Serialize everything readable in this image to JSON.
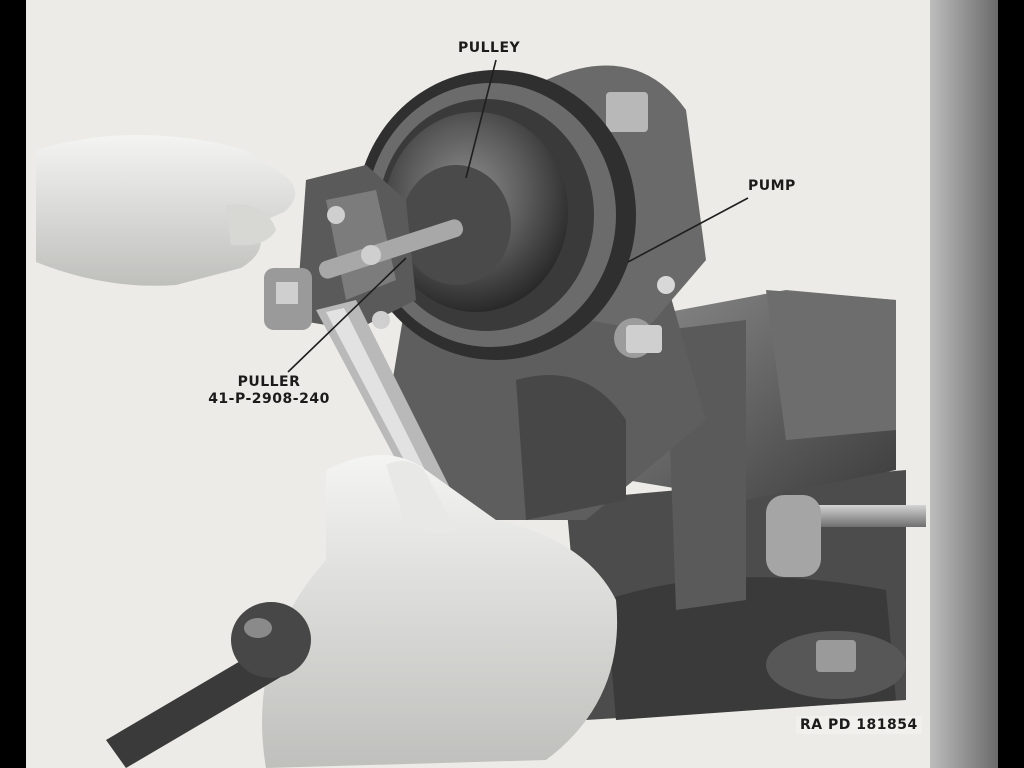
{
  "figure": {
    "labels": {
      "pulley": "PULLEY",
      "pump": "PUMP",
      "puller_name": "PULLER",
      "puller_part": "41-P-2908-240"
    },
    "reference": "RA PD 181854"
  }
}
